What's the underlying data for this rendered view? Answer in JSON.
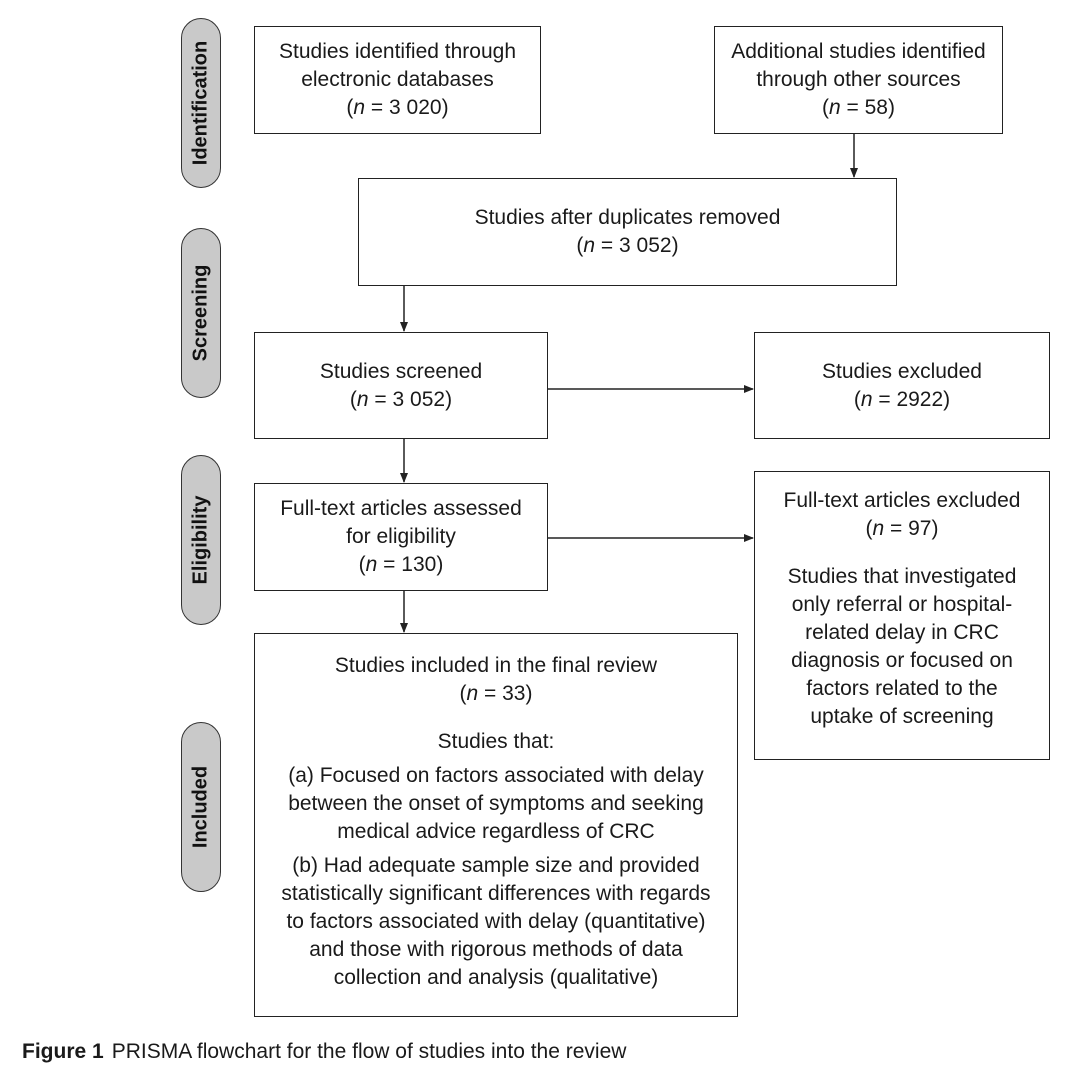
{
  "stages": {
    "identification": "Identification",
    "screening": "Screening",
    "eligibility": "Eligibility",
    "included": "Included"
  },
  "boxes": {
    "databases": {
      "lines": [
        "Studies identified through",
        "electronic databases"
      ],
      "n": "3 020"
    },
    "other_sources": {
      "lines": [
        "Additional studies identified",
        "through other sources"
      ],
      "n": "58"
    },
    "after_duplicates": {
      "lines": [
        "Studies after duplicates removed"
      ],
      "n": "3 052"
    },
    "screened": {
      "lines": [
        "Studies screened"
      ],
      "n": "3 052"
    },
    "excluded": {
      "lines": [
        "Studies excluded"
      ],
      "n": "2922"
    },
    "full_text_assessed": {
      "lines": [
        "Full-text articles assessed",
        "for eligibility"
      ],
      "n": "130"
    },
    "full_text_excluded": {
      "lines": [
        "Full-text articles excluded"
      ],
      "n": "97",
      "reason": [
        "Studies that investigated",
        "only referral or hospital-",
        "related delay in CRC",
        "diagnosis or focused on",
        "factors related to the",
        "uptake of screening"
      ]
    },
    "final_review": {
      "lines": [
        "Studies included in the final review"
      ],
      "n": "33",
      "criteria_heading": "Studies that:",
      "criteria_a": [
        "(a) Focused on factors associated with delay",
        "between the onset of symptoms and seeking",
        "medical advice regardless of CRC"
      ],
      "criteria_b": [
        "(b) Had adequate sample size and provided",
        "statistically significant differences with regards",
        "to factors associated with delay (quantitative)",
        "and those with rigorous methods of data",
        "collection and analysis (qualitative)"
      ]
    }
  },
  "n_prefix": "n",
  "caption": {
    "label": "Figure 1",
    "text": "PRISMA flowchart for the flow of studies into the review"
  }
}
